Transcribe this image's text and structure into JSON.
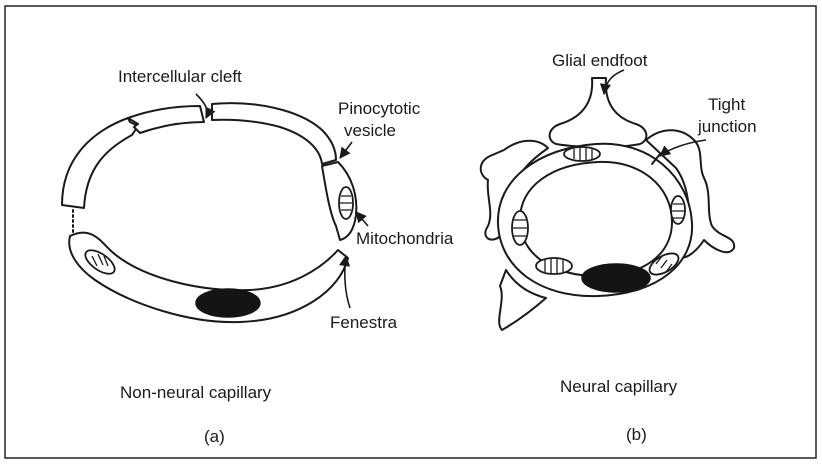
{
  "labels": {
    "intercellular_cleft": "Intercellular cleft",
    "pinocytotic_vesicle_line1": "Pinocytotic",
    "pinocytotic_vesicle_line2": "vesicle",
    "mitochondria": "Mitochondria",
    "fenestra": "Fenestra",
    "glial_endfoot": "Glial endfoot",
    "tight_junction_line1": "Tight",
    "tight_junction_line2": "junction"
  },
  "panels": {
    "a": {
      "caption": "Non-neural capillary",
      "letter": "(a)"
    },
    "b": {
      "caption": "Neural capillary",
      "letter": "(b)"
    }
  }
}
